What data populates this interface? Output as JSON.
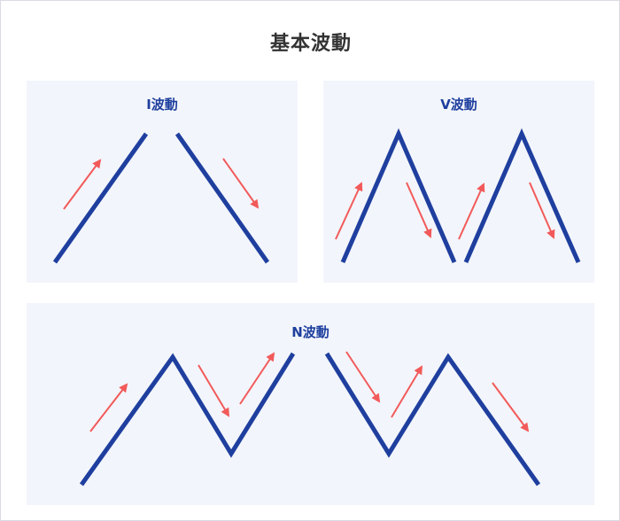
{
  "title": "基本波動",
  "colors": {
    "wave": "#1f3f9f",
    "arrow": "#f25a5a",
    "panel_bg": "#f2f5fb",
    "title": "#333333",
    "label": "#1e3f9e"
  },
  "panels": [
    {
      "id": "i-wave",
      "label": "I波動"
    },
    {
      "id": "v-wave",
      "label": "V波動"
    },
    {
      "id": "n-wave",
      "label": "N波動"
    }
  ]
}
